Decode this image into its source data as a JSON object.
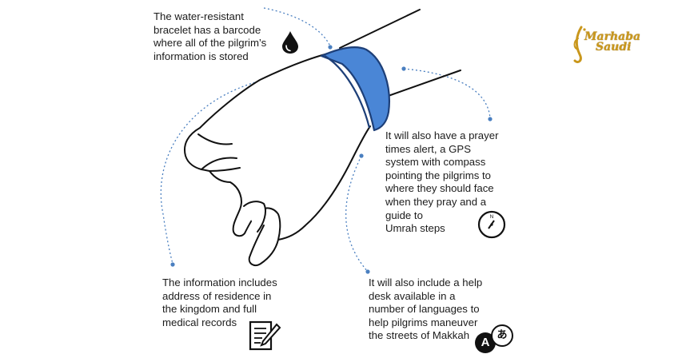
{
  "captions": {
    "top": "The water-resistant\nbracelet has a barcode\nwhere all of the pilgrim’s\ninformation is stored",
    "right": "It will also have a prayer\ntimes alert, a GPS\nsystem with compass\npointing the pilgrims to\nwhere they should face\nwhen they pray and a\nguide to\nUmrah steps",
    "left": "The information includes\naddress of residence in\nthe kingdom and full\nmedical records",
    "bottom": "It will also include a help\ndesk available in a\nnumber of languages to\nhelp pilgrims maneuver\nthe streets of Makkah"
  },
  "logo": {
    "line1": "Marhaba",
    "line2": "Saudi"
  },
  "icons": {
    "water": "water-drop-icon",
    "compass": "compass-icon",
    "records": "document-pen-icon",
    "languages": "language-translate-icon"
  },
  "language_glyphs": {
    "latin": "A",
    "japanese": "あ"
  },
  "colors": {
    "bracelet": "#4a86d6",
    "bracelet_edge": "#1d3f78",
    "dots": "#4a7fc0",
    "logo": "#c9971c",
    "outline": "#111111"
  }
}
